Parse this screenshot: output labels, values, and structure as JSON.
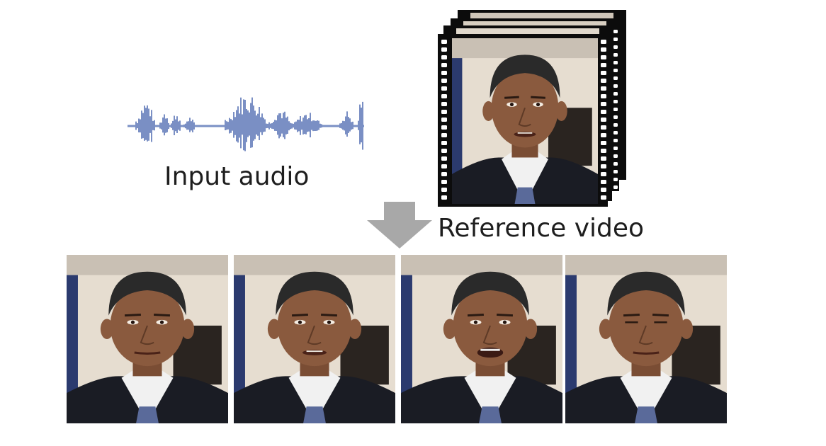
{
  "labels": {
    "input_audio": "Input audio",
    "reference_video": "Reference video"
  },
  "output_frames": [
    {
      "mouth": "closed",
      "eyes": "open",
      "head": "center"
    },
    {
      "mouth": "slightly-open",
      "eyes": "open",
      "head": "center"
    },
    {
      "mouth": "open",
      "eyes": "open",
      "head": "tilted"
    },
    {
      "mouth": "closed",
      "eyes": "half-closed",
      "head": "center"
    }
  ],
  "colors": {
    "waveform": "#7a8fc4",
    "arrow": "#a8a8a8",
    "film": "#0c0c0c",
    "suit": "#1a1c24",
    "shirt": "#f1f1f1",
    "tie": "#5a6a9a",
    "skin": "#8a5a3e",
    "hair": "#2a2a2a",
    "background_wall": "#e6ddd0",
    "flag": "#2b3a6e"
  }
}
